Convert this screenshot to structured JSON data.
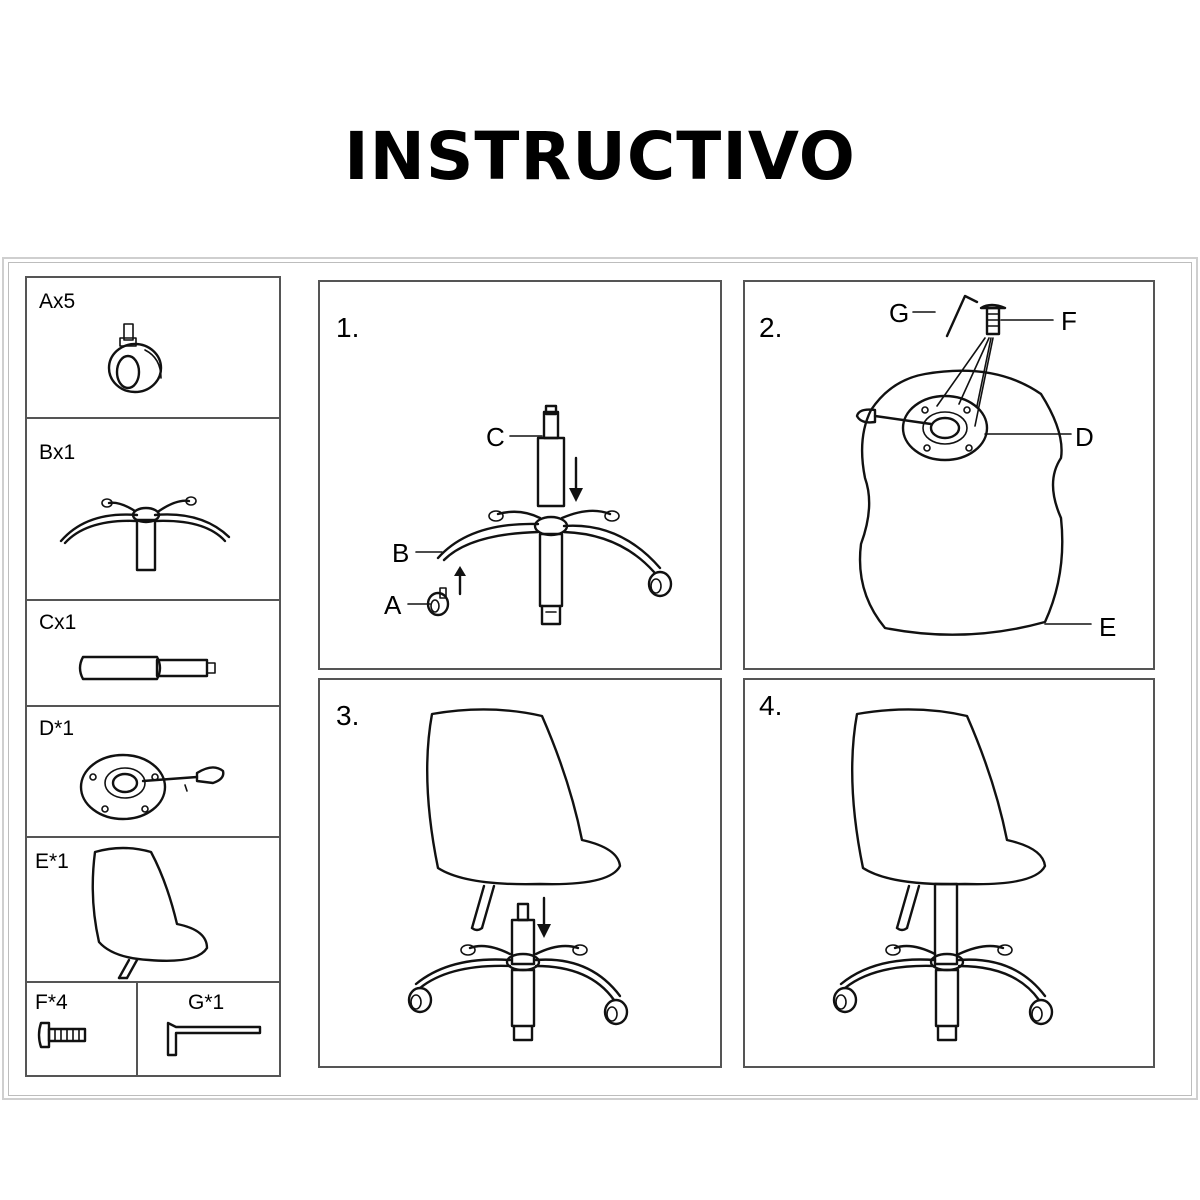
{
  "title": "INSTRUCTIVO",
  "parts": {
    "a": "Ax5",
    "b": "Bx1",
    "c": "Cx1",
    "d": "D*1",
    "e": "E*1",
    "f": "F*4",
    "g": "G*1"
  },
  "steps": {
    "step1": {
      "number": "1.",
      "callouts": {
        "c": "C",
        "b": "B",
        "a": "A"
      }
    },
    "step2": {
      "number": "2.",
      "callouts": {
        "g": "G",
        "f": "F",
        "d": "D",
        "e": "E"
      }
    },
    "step3": {
      "number": "3."
    },
    "step4": {
      "number": "4."
    }
  },
  "icons": [
    "caster-wheel-icon",
    "star-base-icon",
    "gas-lift-cylinder-icon",
    "mounting-plate-icon",
    "seat-shell-icon",
    "screw-icon",
    "allen-key-icon"
  ]
}
